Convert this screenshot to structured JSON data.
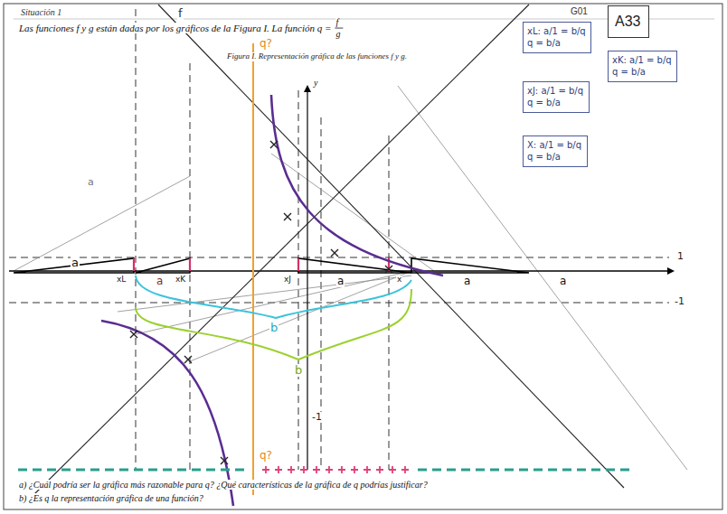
{
  "diagram": {
    "nodes": [
      {
        "text": [
          "A33"
        ]
      },
      {
        "text": [
          "xL: a/1 = b/q",
          "q = b/a"
        ]
      },
      {
        "text": [
          "xK: a/1 = b/q",
          "q = b/a"
        ]
      },
      {
        "text": [
          "xJ: a/1 = b/q",
          "q = b/a"
        ]
      },
      {
        "text": [
          "X: a/1 = b/q",
          "q = b/a"
        ]
      }
    ],
    "labels": [
      "Situación 1",
      "G01",
      "Las funciones f y g están dadas por los gráficos de la Figura I. La función q =",
      "f",
      "g",
      "Figura I. Representación gráfica de las funciones f y g.",
      "f",
      "y",
      "q?",
      "q?",
      "a",
      "a",
      "a",
      "a",
      "a",
      "b",
      "b",
      "xL",
      "xK",
      "xJ",
      "x",
      "1",
      "-1",
      "-1",
      "a",
      "a) ¿Cuál podría ser la gráfica más razonable para q? ¿Qué características de la gráfica de q podrías justificar?",
      "b) ¿Es q la representación gráfica de una función?"
    ]
  }
}
